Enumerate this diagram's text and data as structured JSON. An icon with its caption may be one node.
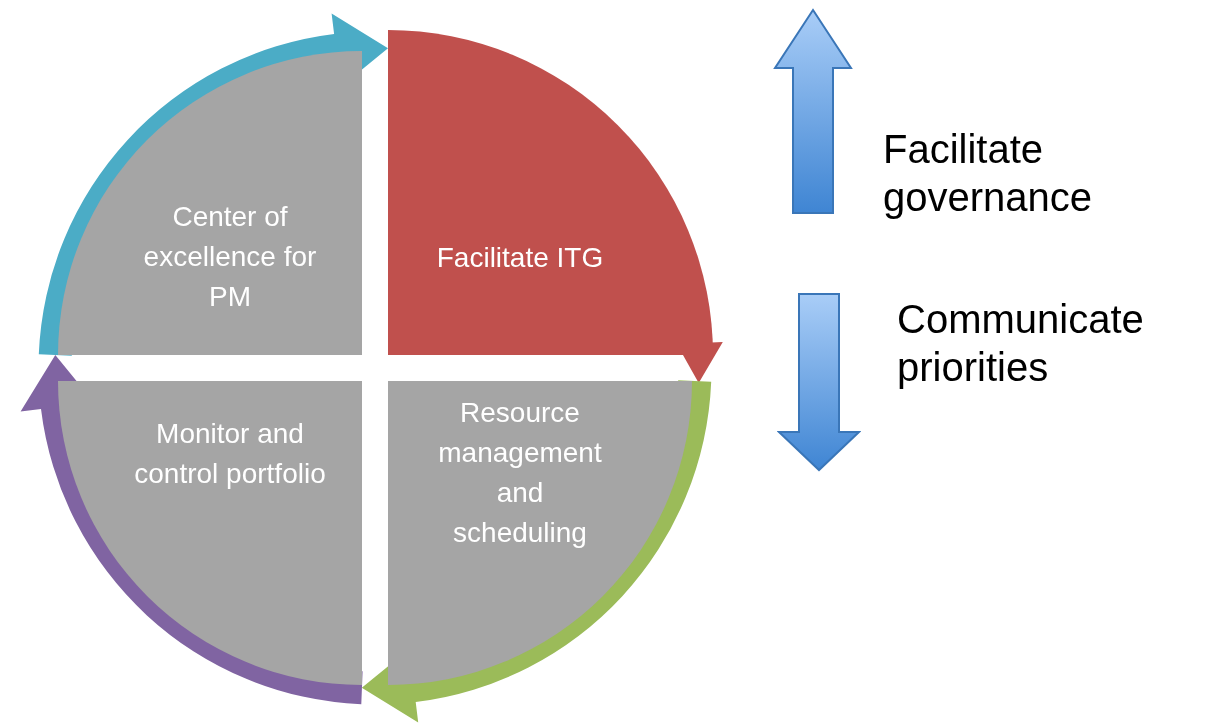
{
  "diagram": {
    "nodes": [
      {
        "text": [
          "Center of excellence for PM"
        ]
      },
      {
        "text": [
          "Facilitate ITG"
        ]
      },
      {
        "text": [
          "Resource management and scheduling"
        ]
      },
      {
        "text": [
          "Monitor and control portfolio"
        ]
      }
    ],
    "edges": [
      {
        "from": 0,
        "to": 1,
        "arrow": "to",
        "style": "thick",
        "color": "#4bacc6"
      },
      {
        "from": 1,
        "to": 2,
        "arrow": "to",
        "color": "#c0504d"
      },
      {
        "from": 2,
        "to": 3,
        "arrow": "to",
        "style": "thick",
        "color": "#9bbb59"
      },
      {
        "from": 3,
        "to": 0,
        "arrow": "to",
        "style": "thick",
        "color": "#8064a2"
      }
    ],
    "labels": [
      "Facilitate governance",
      "Communicate priorities"
    ]
  }
}
